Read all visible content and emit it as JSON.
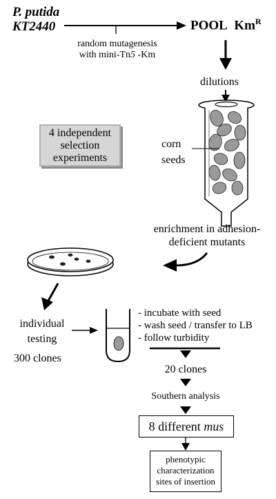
{
  "strain": {
    "line1": "P. putida",
    "line2": "KT2440"
  },
  "pool": {
    "label": "POOL",
    "marker": "Km",
    "superscript": "R"
  },
  "mutagenesis": {
    "line1": "random mutagenesis",
    "line2_prefix": "with mini-Tn",
    "line2_italic": "5",
    "line2_suffix": " -Km"
  },
  "dilutions": "dilutions",
  "experiments": {
    "line1": "4  independent",
    "line2": "selection",
    "line3": "experiments"
  },
  "corn": {
    "line1": "corn",
    "line2": "seeds"
  },
  "enrichment": {
    "line1": "enrichment in adhesion-",
    "line2": "deficient mutants"
  },
  "individual": {
    "line1": "individual",
    "line2": "testing",
    "clones": "300 clones"
  },
  "steps": [
    "- incubate with seed",
    "- wash seed / transfer to LB",
    "- follow turbidity"
  ],
  "clones20": "20 clones",
  "southern": "Southern analysis",
  "mus": {
    "prefix": "8 different ",
    "italic": "mus"
  },
  "final": {
    "line1": "phenotypic",
    "line2": "characterization",
    "line3": "sites of insertion"
  }
}
